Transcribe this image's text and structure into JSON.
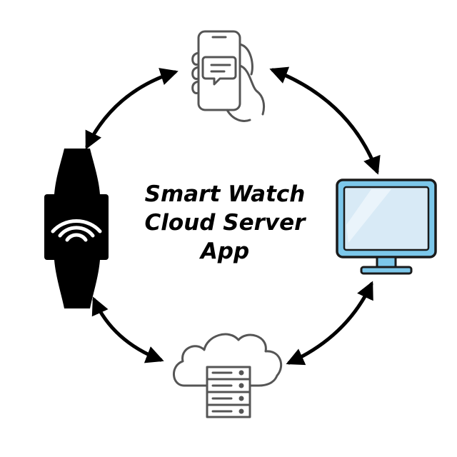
{
  "center_label": {
    "line1": "Smart Watch",
    "line2": "Cloud Server",
    "line3": "App"
  },
  "nodes": [
    {
      "id": "phone",
      "icon": "hand-holding-phone-with-chat-bubble-icon"
    },
    {
      "id": "monitor",
      "icon": "desktop-monitor-icon"
    },
    {
      "id": "cloud",
      "icon": "cloud-server-icon"
    },
    {
      "id": "watch",
      "icon": "smartwatch-wireless-icon"
    }
  ],
  "colors": {
    "line": "#000000",
    "monitor_frame": "#1a1a1a",
    "monitor_bezel": "#7cc7ea",
    "monitor_screen": "#d8eaf6",
    "monitor_stand": "#7cc7ea",
    "icon_stroke": "#555555"
  }
}
